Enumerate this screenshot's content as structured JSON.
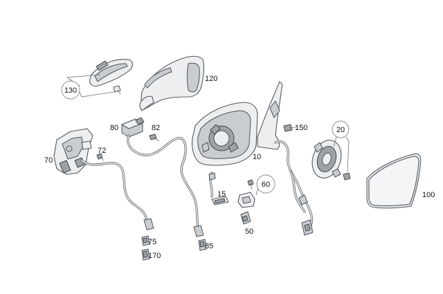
{
  "diagram": {
    "callouts": {
      "c10": "10",
      "c15": "15",
      "c20": "20",
      "c50": "50",
      "c60": "60",
      "c70": "70",
      "c72": "72",
      "c75": "75",
      "c80": "80",
      "c82": "82",
      "c85": "85",
      "c100": "100",
      "c120": "120",
      "c130": "130",
      "c150": "150",
      "c170": "170"
    }
  }
}
